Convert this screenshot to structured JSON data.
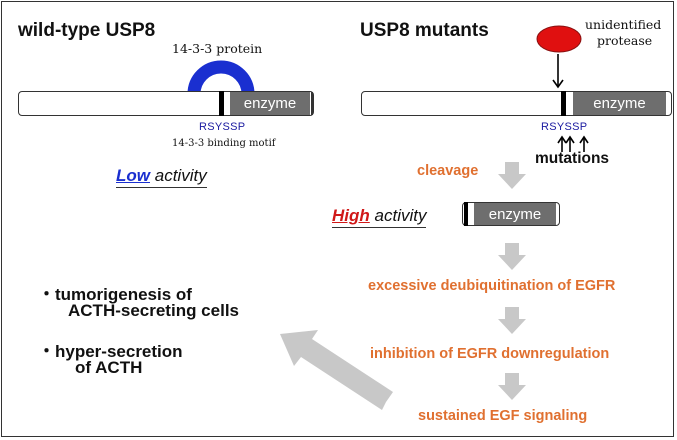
{
  "left": {
    "title": "wild-type USP8",
    "binder_label": "14-3-3 protein",
    "enzyme_label": "enzyme",
    "motif": "RSYSSP",
    "motif_caption": "14-3-3 binding motif",
    "activity_level": "Low",
    "activity_word": "activity"
  },
  "right": {
    "title": "USP8 mutants",
    "protease_label_line1": "unidentified",
    "protease_label_line2": "protease",
    "enzyme_label": "enzyme",
    "motif": "RSYSSP",
    "mutations_label": "mutations",
    "cleavage_label": "cleavage",
    "activity_level": "High",
    "activity_word": "activity",
    "fragment_enzyme_label": "enzyme"
  },
  "steps": [
    "excessive deubiquitination of EGFR",
    "inhibition of EGFR downregulation",
    "sustained EGF signaling"
  ],
  "outcomes": {
    "bullet1_line1": "・tumorigenesis of",
    "bullet1_line2": "ACTH-secreting cells",
    "bullet2_line1": "・hyper-secretion",
    "bullet2_line2": "of ACTH"
  },
  "colors": {
    "binder": "#1a2fd0",
    "protease": "#e01010",
    "step_text": "#e07030",
    "low_activity": "#1a2fd0",
    "high_activity": "#d01818",
    "flow_arrow": "#c8c8c8",
    "enzyme_fill": "#6e6e6e"
  }
}
